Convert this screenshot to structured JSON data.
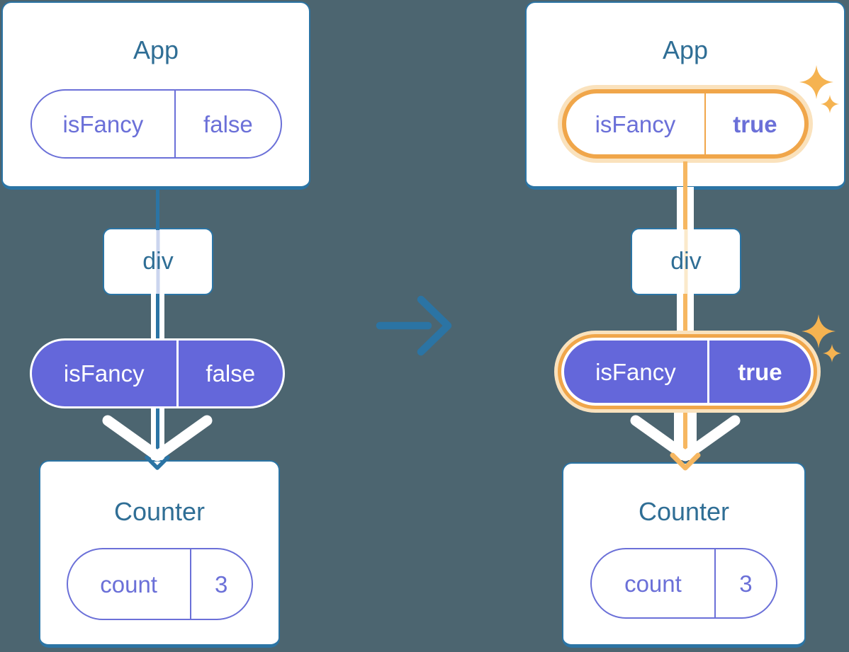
{
  "diagram": {
    "background_color": "#4C6570",
    "accent_colors": {
      "edge_blue": "#2B74A4",
      "title_blue": "#2F6E95",
      "purple_stroke": "#6B70D8",
      "purple_fill": "#6467DA",
      "highlight_orange": "#F0A64A",
      "highlight_halo": "#FAE2BD",
      "flow_orange": "#F6B761",
      "sparkle_orange": "#F5B351",
      "pass_through_lavender": "#CBD5EE",
      "pass_through_peach": "#FBEACB"
    }
  },
  "before": {
    "app": {
      "title": "App",
      "prop": {
        "name": "isFancy",
        "value": "false"
      }
    },
    "container": {
      "label": "div"
    },
    "passed_prop": {
      "name": "isFancy",
      "value": "false"
    },
    "counter": {
      "title": "Counter",
      "state": {
        "name": "count",
        "value": "3"
      }
    }
  },
  "after": {
    "app": {
      "title": "App",
      "prop": {
        "name": "isFancy",
        "value": "true"
      }
    },
    "container": {
      "label": "div"
    },
    "passed_prop": {
      "name": "isFancy",
      "value": "true"
    },
    "counter": {
      "title": "Counter",
      "state": {
        "name": "count",
        "value": "3"
      }
    }
  },
  "icons": {
    "transform": "right-arrow-icon",
    "sparkles": "sparkles-icon",
    "prop_arrow": "chevron-down-arrow-icon"
  }
}
